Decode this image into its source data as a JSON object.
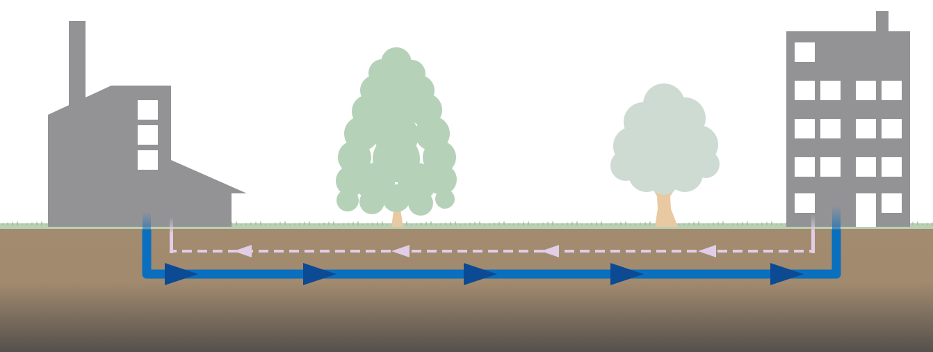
{
  "diagram": {
    "type": "district-heating-network",
    "nodes": [
      {
        "id": "factory",
        "kind": "industrial building with chimney",
        "icon": "factory-icon"
      },
      {
        "id": "tree-conifer",
        "kind": "tall tree",
        "icon": "tree-icon"
      },
      {
        "id": "tree-deciduous",
        "kind": "round tree",
        "icon": "tree-icon"
      },
      {
        "id": "apartment",
        "kind": "apartment block",
        "icon": "apartment-building-icon"
      }
    ],
    "pipes": [
      {
        "id": "supply-pipe",
        "from": "factory",
        "to": "apartment",
        "style": "solid",
        "color": "#0a6fbf",
        "arrow_color": "#0d4a94",
        "arrow_count": 5
      },
      {
        "id": "return-pipe",
        "from": "apartment",
        "to": "factory",
        "style": "dashed",
        "color": "#e2cde6",
        "arrow_color": "#e2cde6",
        "arrow_count": 4
      }
    ]
  },
  "colors": {
    "sky": "#ffffff",
    "ground_top": "#a38b6f",
    "ground_bottom": "#5b5550",
    "grass": "#b9d0b4",
    "building": "#939396",
    "window": "#ffffff",
    "tree_conifer": "#b5d2b9",
    "tree_deciduous": "#cddbd3",
    "trunk": "#e9c9a2"
  }
}
